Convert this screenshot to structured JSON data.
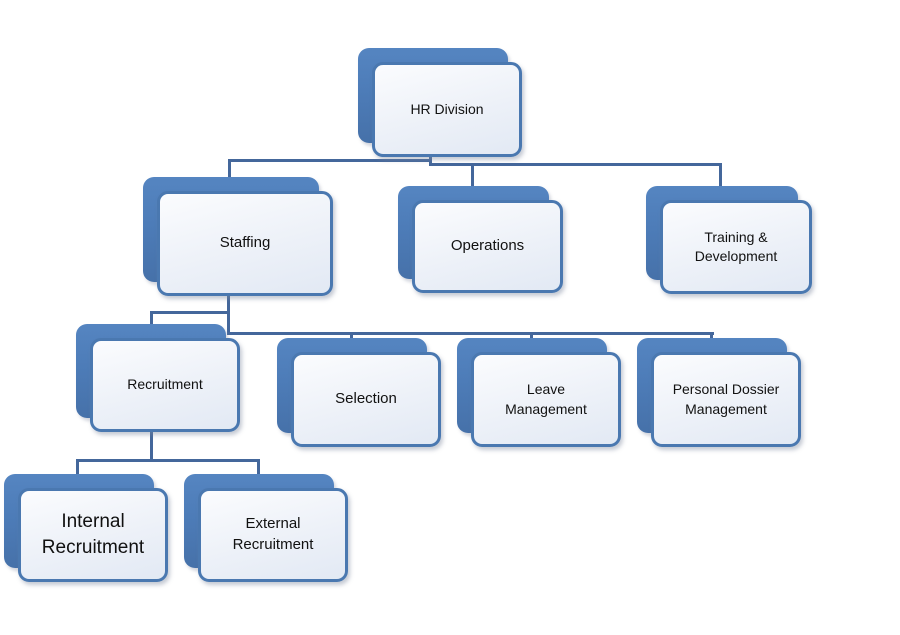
{
  "diagram": {
    "type": "org-chart",
    "root_label": "HR Division"
  },
  "colors": {
    "shape_back": "#4d7cb8",
    "shape_border": "#4a78b0",
    "front_top": "#fbfcfe",
    "front_mid": "#edf1f8",
    "front_bottom": "#e2e9f4",
    "connector": "#44679b",
    "text": "#111111",
    "bg": "#ffffff"
  },
  "nodes": [
    {
      "id": "hr-division",
      "label": "HR Division",
      "level": 1,
      "parent": null
    },
    {
      "id": "staffing",
      "label": "Staffing",
      "level": 2,
      "parent": "hr-division"
    },
    {
      "id": "operations",
      "label": "Operations",
      "level": 2,
      "parent": "hr-division"
    },
    {
      "id": "training-development",
      "label": "Training & Development",
      "level": 2,
      "parent": "hr-division"
    },
    {
      "id": "recruitment",
      "label": "Recruitment",
      "level": 3,
      "parent": "staffing"
    },
    {
      "id": "selection",
      "label": "Selection",
      "level": 3,
      "parent": "staffing"
    },
    {
      "id": "leave-management",
      "label": "Leave Management",
      "level": 3,
      "parent": "staffing"
    },
    {
      "id": "personal-dossier-management",
      "label": "Personal Dossier Management",
      "level": 3,
      "parent": "staffing"
    },
    {
      "id": "internal-recruitment",
      "label": "Internal Recruitment",
      "level": 4,
      "parent": "recruitment"
    },
    {
      "id": "external-recruitment",
      "label": "External Recruitment",
      "level": 4,
      "parent": "recruitment"
    }
  ]
}
